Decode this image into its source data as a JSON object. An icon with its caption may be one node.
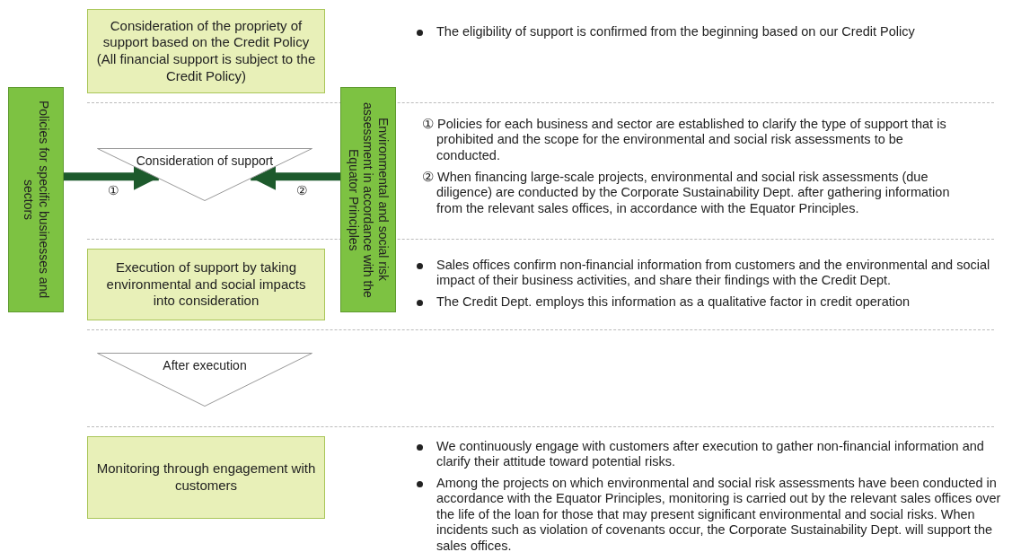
{
  "diagram": {
    "nodes": [
      {
        "text": [
          "Consideration of the propriety of support based on the Credit Policy (All financial support is subject to the Credit Policy)"
        ]
      },
      {
        "text": [
          "Policies for specific businesses and sectors"
        ]
      },
      {
        "text": [
          "Environmental and social risk assessment in accordance with the Equator Principles"
        ]
      },
      {
        "text": [
          "Consideration of support"
        ]
      },
      {
        "text": [
          "Execution of support by taking environmental and social impacts into consideration"
        ]
      },
      {
        "text": [
          "After execution"
        ]
      },
      {
        "text": [
          "Monitoring through engagement with customers"
        ]
      }
    ],
    "edges": [
      {
        "from": 1,
        "to": 3,
        "arrow": "to",
        "label": "①"
      },
      {
        "from": 2,
        "to": 3,
        "arrow": "to",
        "label": "②"
      }
    ],
    "labels": [
      "The eligibility of support is confirmed from the beginning based on our Credit Policy",
      "① Policies for each business and sector are established to clarify the type of support that is prohibited and the scope for the environmental and social risk assessments to be conducted.",
      "② When financing large-scale projects, environmental and social risk assessments (due diligence) are conducted by the Corporate Sustainability Dept. after gathering information from the relevant sales offices, in accordance with the Equator Principles.",
      "Sales offices confirm non-financial information from customers and the environmental and social impact of their business activities, and share their findings with the Credit Dept.",
      "The Credit Dept. employs this information as a qualitative factor in credit operation",
      "We continuously engage with customers after execution to gather non-financial information and clarify their attitude toward potential risks.",
      "Among the projects on which environmental and social risk assessments have been conducted in accordance with the Equator Principles, monitoring is carried out by the relevant sales offices over the life of the loan for those that may present significant environmental and social risks. When incidents such as violation of covenants occur, the Corporate Sustainability Dept. will support the sales offices."
    ]
  }
}
